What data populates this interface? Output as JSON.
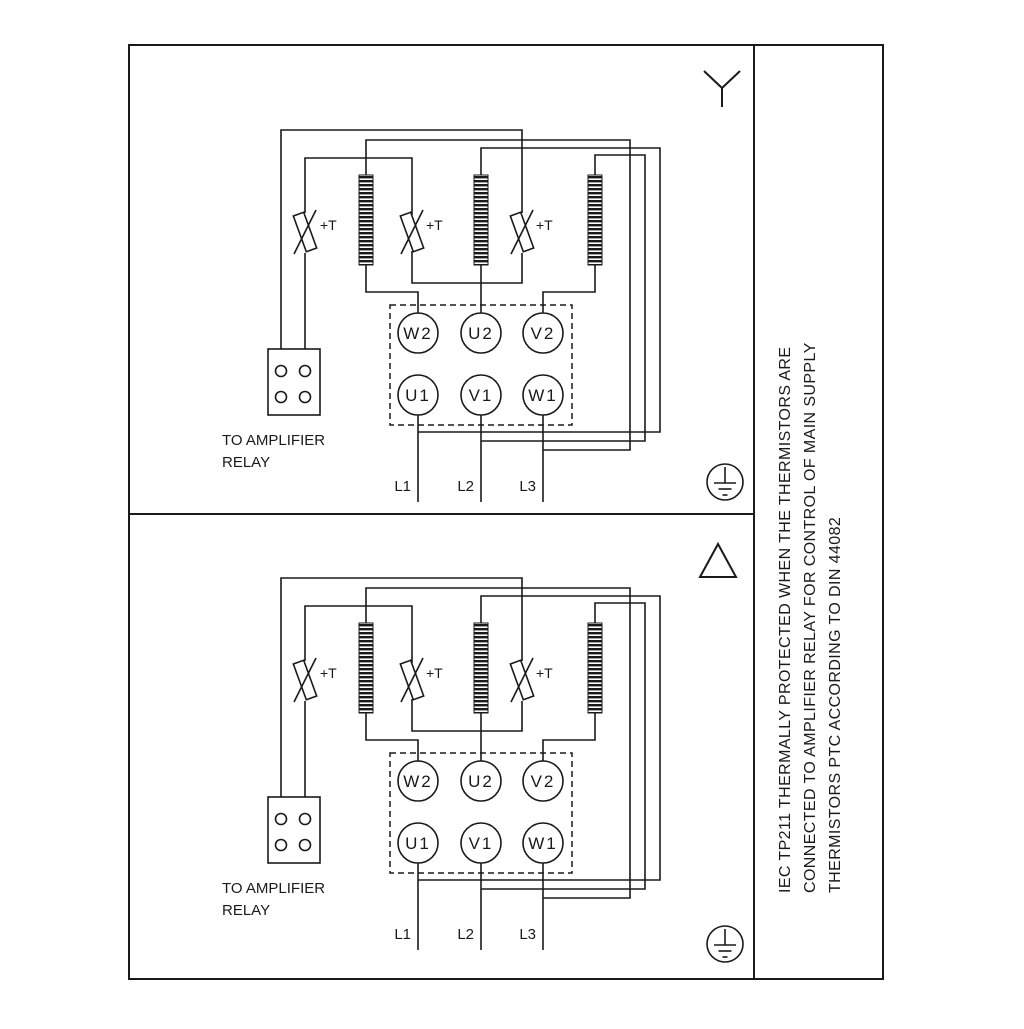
{
  "page": {
    "background": "#ffffff",
    "line_color": "#1a1a1a"
  },
  "side_note": {
    "lines": [
      "IEC TP211 THERMALLY PROTECTED WHEN THE THERMISTORS ARE",
      "CONNECTED TO AMPLIFIER RELAY FOR CONTROL OF MAIN SUPPLY",
      "THERMISTORS PTC ACCORDING TO DIN 44082"
    ]
  },
  "panels": [
    {
      "connection": "star",
      "connection_symbol_icon": "star-wye-symbol",
      "thermistor_labels": [
        "+T",
        "+T",
        "+T"
      ],
      "terminals_top": [
        "W2",
        "U2",
        "V2"
      ],
      "terminals_bottom": [
        "U1",
        "V1",
        "W1"
      ],
      "relay_caption": [
        "TO AMPLIFIER",
        "RELAY"
      ],
      "supply_labels": [
        "L1",
        "L2",
        "L3"
      ]
    },
    {
      "connection": "delta",
      "connection_symbol_icon": "delta-symbol",
      "thermistor_labels": [
        "+T",
        "+T",
        "+T"
      ],
      "terminals_top": [
        "W2",
        "U2",
        "V2"
      ],
      "terminals_bottom": [
        "U1",
        "V1",
        "W1"
      ],
      "relay_caption": [
        "TO AMPLIFIER",
        "RELAY"
      ],
      "supply_labels": [
        "L1",
        "L2",
        "L3"
      ]
    }
  ]
}
